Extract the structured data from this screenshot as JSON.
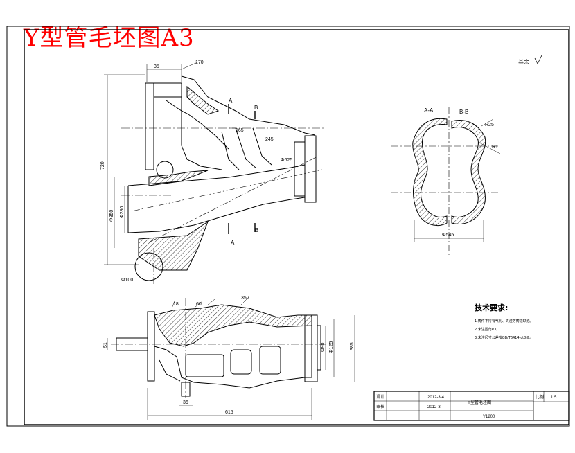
{
  "title": "Y型管毛坯图A3",
  "roughness": "其余",
  "section_labels": {
    "a": "A",
    "b": "B",
    "aa": "A-A",
    "bb": "B-B"
  },
  "dimensions": {
    "d35": "35",
    "d170": "170",
    "d720": "720",
    "d350": "Φ350",
    "d280": "Φ280",
    "d100": "Φ100",
    "d625": "Φ625",
    "d165": "165",
    "d245": "245",
    "d545": "Φ545",
    "d350b": "350",
    "d51": "51",
    "d90": "Φ90",
    "d125": "Φ125",
    "d385": "385",
    "d36": "36",
    "d615": "615",
    "d18": "18",
    "d60": "60",
    "r25": "R25",
    "r1": "R1"
  },
  "notes": {
    "heading": "技术要求:",
    "items": [
      "1.铸件不得有气孔、夹渣等铸造缺陷。",
      "2.未注圆角R3。",
      "3.未注尺寸公差按GB/T6414-ct8级。"
    ]
  },
  "title_block": {
    "designer": "设计",
    "checker": "审核",
    "date1": "2012-3-4",
    "date2": "2012-3-",
    "part_name": "Y型管毛坯图",
    "drawing_no": "Y1200",
    "scale_label": "比例",
    "scale": "1:5"
  }
}
